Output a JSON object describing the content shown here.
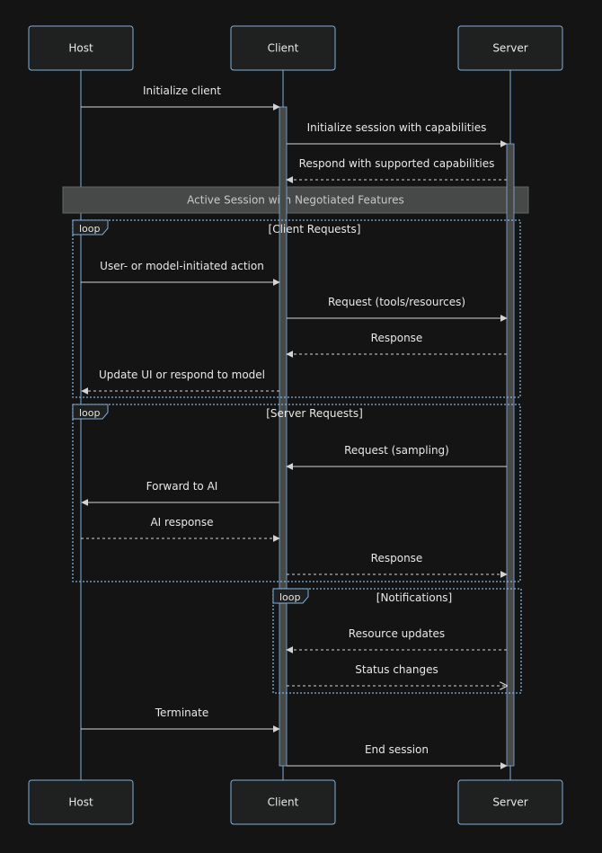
{
  "participants": [
    {
      "id": "host",
      "label": "Host"
    },
    {
      "id": "client",
      "label": "Client"
    },
    {
      "id": "server",
      "label": "Server"
    }
  ],
  "messages": [
    {
      "id": "m1",
      "from": "host",
      "to": "client",
      "label": "Initialize client",
      "style": "solid"
    },
    {
      "id": "m2",
      "from": "client",
      "to": "server",
      "label": "Initialize session with capabilities",
      "style": "solid"
    },
    {
      "id": "m3",
      "from": "server",
      "to": "client",
      "label": "Respond with supported capabilities",
      "style": "dashed"
    },
    {
      "id": "m4",
      "from": "host",
      "to": "client",
      "label": "User- or model-initiated action",
      "style": "solid"
    },
    {
      "id": "m5",
      "from": "client",
      "to": "server",
      "label": "Request (tools/resources)",
      "style": "solid"
    },
    {
      "id": "m6",
      "from": "server",
      "to": "client",
      "label": "Response",
      "style": "dashed"
    },
    {
      "id": "m7",
      "from": "client",
      "to": "host",
      "label": "Update UI or respond to model",
      "style": "dashed"
    },
    {
      "id": "m8",
      "from": "server",
      "to": "client",
      "label": "Request (sampling)",
      "style": "solid"
    },
    {
      "id": "m9",
      "from": "client",
      "to": "host",
      "label": "Forward to AI",
      "style": "solid"
    },
    {
      "id": "m10",
      "from": "host",
      "to": "client",
      "label": "AI response",
      "style": "dashed"
    },
    {
      "id": "m11",
      "from": "client",
      "to": "server",
      "label": "Response",
      "style": "dashed"
    },
    {
      "id": "m12",
      "from": "server",
      "to": "client",
      "label": "Resource updates",
      "style": "dashed"
    },
    {
      "id": "m13",
      "from": "client",
      "to": "server",
      "label": "Status changes",
      "style": "dashed-open"
    },
    {
      "id": "m14",
      "from": "host",
      "to": "client",
      "label": "Terminate",
      "style": "solid"
    },
    {
      "id": "m15",
      "from": "client",
      "to": "server",
      "label": "End session",
      "style": "solid"
    }
  ],
  "note": {
    "label": "Active Session with Negotiated Features"
  },
  "loops": [
    {
      "id": "loop-client-requests",
      "tag": "loop",
      "title": "[Client Requests]"
    },
    {
      "id": "loop-server-requests",
      "tag": "loop",
      "title": "[Server Requests]"
    },
    {
      "id": "loop-notifications",
      "tag": "loop",
      "title": "[Notifications]"
    }
  ],
  "colors": {
    "background": "#141414",
    "actor_fill": "#1f2020",
    "line_blue": "#81b1db",
    "message_line": "#d3d3d3",
    "text": "#e8e8e8",
    "activation": "#474949",
    "note_fill": "#474949"
  }
}
